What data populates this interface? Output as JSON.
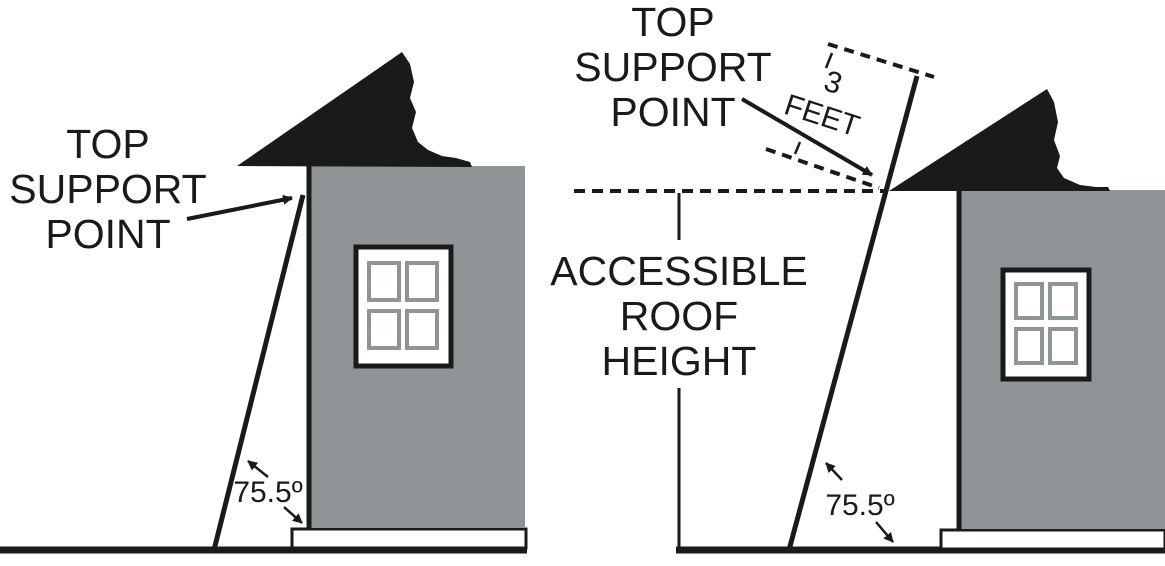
{
  "left_panel": {
    "top_support_label": [
      "TOP",
      "SUPPORT",
      "POINT"
    ],
    "angle_label": "75.5º"
  },
  "right_panel": {
    "top_support_label": [
      "TOP",
      "SUPPORT",
      "POINT"
    ],
    "extension_number": "3",
    "extension_unit": "FEET",
    "height_label": [
      "ACCESSIBLE",
      "ROOF",
      "HEIGHT"
    ],
    "angle_label": "75.5º"
  },
  "colors": {
    "ink": "#1a1a1a",
    "wall": "#8f9497",
    "window_frame": "#1a1a1a",
    "window_panes": "#8f9497"
  }
}
